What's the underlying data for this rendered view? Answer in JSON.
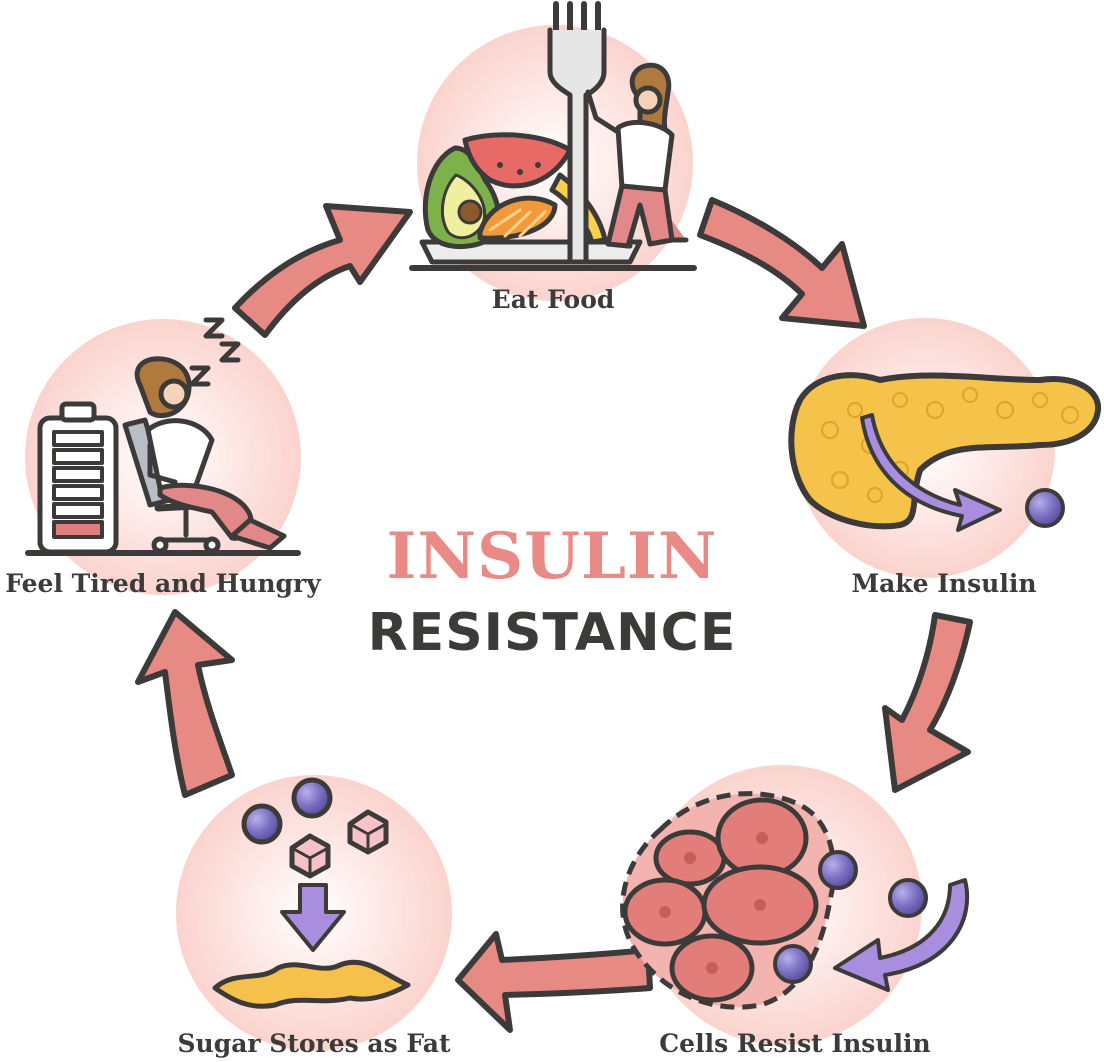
{
  "title": {
    "line1": "INSULIN",
    "line2": "RESISTANCE"
  },
  "steps": [
    {
      "label": "Eat Food",
      "icon": "eat-food-icon"
    },
    {
      "label": "Make Insulin",
      "icon": "pancreas-icon"
    },
    {
      "label": "Cells Resist Insulin",
      "icon": "cells-icon"
    },
    {
      "label": "Sugar Stores as Fat",
      "icon": "fat-storage-icon"
    },
    {
      "label": "Feel Tired and Hungry",
      "icon": "tired-person-icon"
    }
  ],
  "colors": {
    "arrow_fill": "#e88a84",
    "outline": "#3d3a3a",
    "halo": "#fbd8d4",
    "title_accent": "#e98a86",
    "insulin_molecule": "#7a6fc0",
    "fat": "#f6c14a",
    "cell": "#e27d7a"
  }
}
